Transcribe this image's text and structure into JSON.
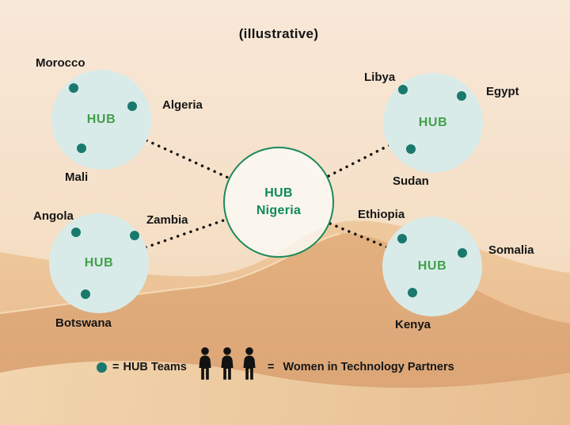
{
  "title": "(illustrative)",
  "center_hub": {
    "line1": "HUB",
    "line2": "Nigeria"
  },
  "hubs": [
    {
      "position": "north-west",
      "label": "HUB",
      "countries": [
        "Morocco",
        "Algeria",
        "Mali"
      ]
    },
    {
      "position": "north-east",
      "label": "HUB",
      "countries": [
        "Libya",
        "Egypt",
        "Sudan"
      ]
    },
    {
      "position": "south-west",
      "label": "HUB",
      "countries": [
        "Angola",
        "Zambia",
        "Botswana"
      ]
    },
    {
      "position": "south-east",
      "label": "HUB",
      "countries": [
        "Ethiopia",
        "Somalia",
        "Kenya"
      ]
    }
  ],
  "legend": {
    "teams_eq": "=",
    "teams_label": "HUB Teams",
    "partners_eq": "=",
    "partners_label": "Women in Technology Partners"
  },
  "icons": {
    "team_dot": "teal-filled-circle",
    "partners": "three-person-silhouettes"
  },
  "colors": {
    "hub_circle_fill": "#d9ebe8",
    "team_dot": "#19796d",
    "hub_label_green": "#41a04a",
    "center_text_green": "#0d8a57",
    "center_border_green": "#1c8a5a",
    "label_text": "#161616",
    "connector_dots": "#141414",
    "sand_light": "#f8e8d8",
    "sand_dark": "#d9a172"
  }
}
